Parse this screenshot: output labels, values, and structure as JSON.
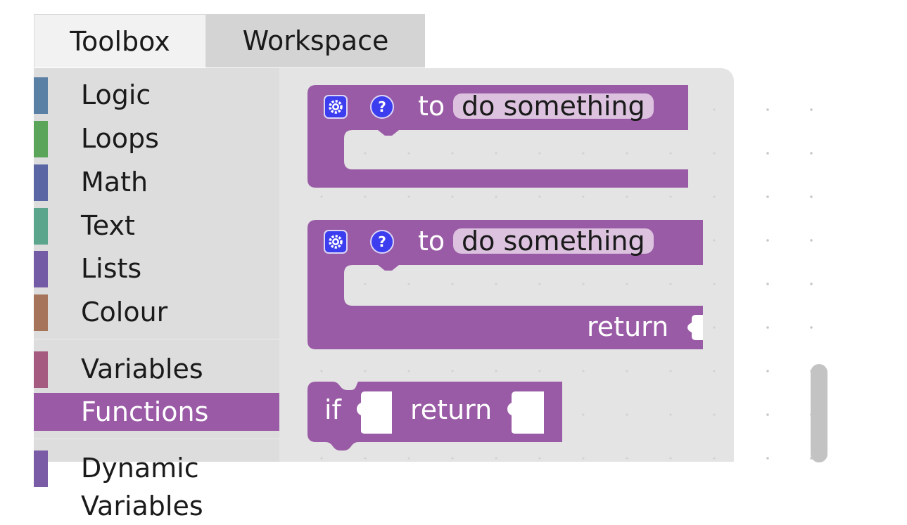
{
  "tabs": {
    "toolbox": "Toolbox",
    "workspace": "Workspace"
  },
  "categories": [
    {
      "label": "Logic",
      "color": "#5b80a5"
    },
    {
      "label": "Loops",
      "color": "#5ba55b"
    },
    {
      "label": "Math",
      "color": "#5b67a5"
    },
    {
      "label": "Text",
      "color": "#5ba58c"
    },
    {
      "label": "Lists",
      "color": "#745ba5"
    },
    {
      "label": "Colour",
      "color": "#a5745b"
    },
    {
      "label": "Variables",
      "color": "#a55b80"
    },
    {
      "label": "Functions",
      "color": "#995ba5"
    },
    {
      "label": "Dynamic Variables",
      "color": "#7a5ba5"
    }
  ],
  "blocks": {
    "procedure_no_return": {
      "keyword": "to",
      "name": "do something"
    },
    "procedure_with_return": {
      "keyword": "to",
      "name": "do something",
      "return_label": "return"
    },
    "if_return": {
      "if_label": "if",
      "return_label": "return"
    }
  },
  "colors": {
    "procedure_block": "#995ba5",
    "selected_category": "#9a5aa6",
    "mutator_icon": "#3d3df0"
  }
}
